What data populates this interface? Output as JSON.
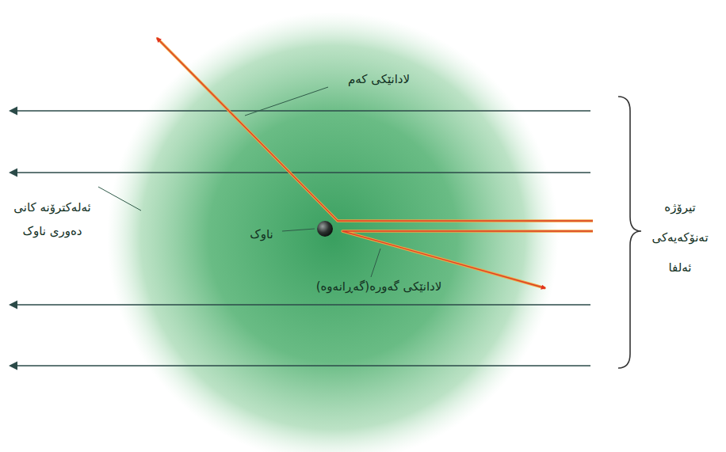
{
  "diagram": {
    "labels": [
      "لادانێکی کەم",
      "ئەلەکترۆنە کانی دەوری ناوک",
      "ناوک",
      "لادانێکی گەورە(گەڕانەوە)",
      "تیرۆژە تەنۆکەیەکی ئەلفا"
    ]
  }
}
